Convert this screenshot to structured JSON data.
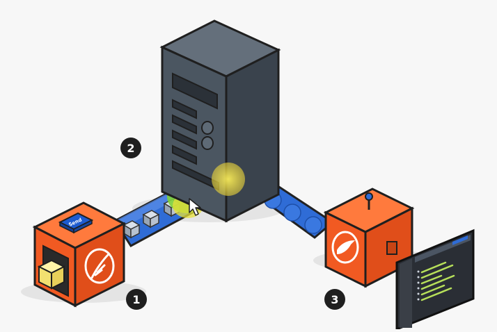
{
  "diagram": {
    "steps": [
      {
        "number": "1"
      },
      {
        "number": "2"
      },
      {
        "number": "3"
      }
    ],
    "sender_box": {
      "button_label": "Send",
      "color": "#f15a22",
      "icon": "feather-icon"
    },
    "server": {
      "color": "#4b5661",
      "icon": "server-tower-icon"
    },
    "receiver_box": {
      "color": "#f15a22",
      "icon": "bird-icon"
    },
    "pipes": {
      "color": "#2f6cd6"
    },
    "highlight_colors": {
      "green": "#7fd23a",
      "yellow": "#f2e24a"
    }
  }
}
